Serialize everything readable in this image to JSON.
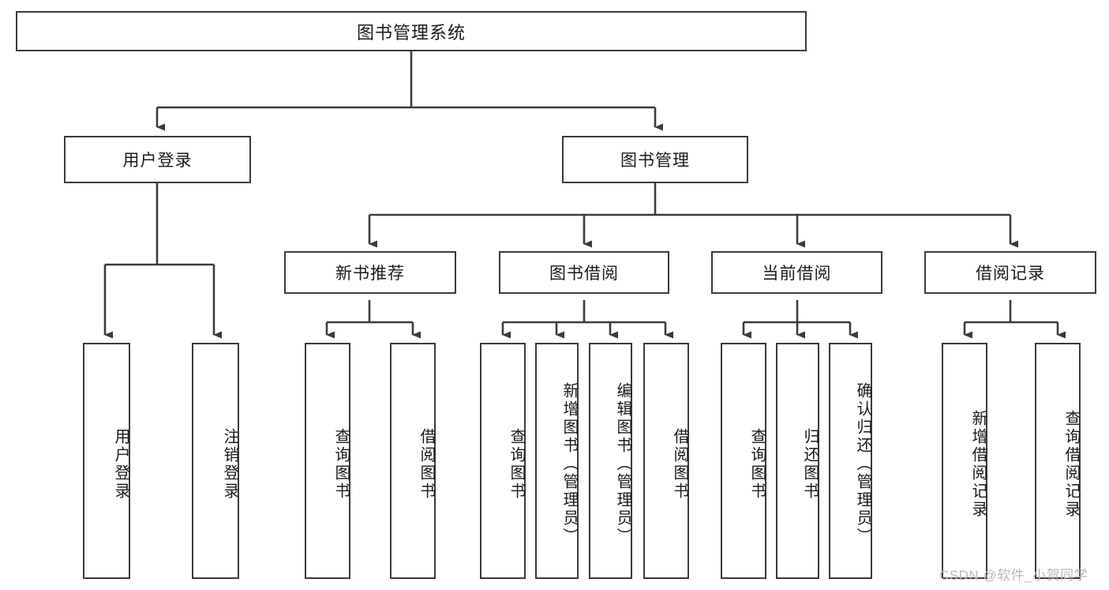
{
  "diagram": {
    "type": "tree",
    "title": "图书管理系统",
    "watermark": "CSDN @软件_小贺同学",
    "colors": {
      "box_border": "#3b3b3b",
      "box_fill": "#ffffff",
      "edge": "#3b3b3b",
      "text": "#1a1a1a",
      "watermark": "#b9b9b9"
    },
    "root": {
      "label": "图书管理系统"
    },
    "level2": [
      {
        "label": "用户登录"
      },
      {
        "label": "图书管理"
      }
    ],
    "level3": [
      {
        "label": "新书推荐"
      },
      {
        "label": "图书借阅"
      },
      {
        "label": "当前借阅"
      },
      {
        "label": "借阅记录"
      }
    ],
    "leaves": {
      "user_login": [
        {
          "label": "用户登录"
        },
        {
          "label": "注销登录"
        }
      ],
      "new_book": [
        {
          "label": "查询图书"
        },
        {
          "label": "借阅图书"
        }
      ],
      "book_borrow": [
        {
          "label": "查询图书"
        },
        {
          "label": "新增图书（管理员）"
        },
        {
          "label": "编辑图书（管理员）"
        },
        {
          "label": "借阅图书"
        }
      ],
      "current_borrow": [
        {
          "label": "查询图书"
        },
        {
          "label": "归还图书"
        },
        {
          "label": "确认归还（管理员）"
        }
      ],
      "borrow_record": [
        {
          "label": "新增借阅记录"
        },
        {
          "label": "查询借阅记录"
        }
      ]
    }
  }
}
